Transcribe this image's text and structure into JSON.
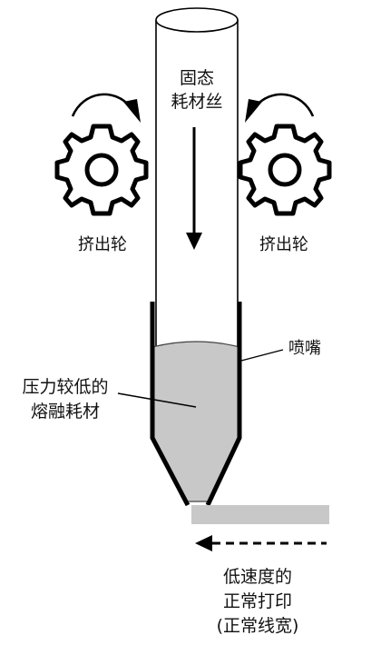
{
  "labels": {
    "filament_line1": "固态",
    "filament_line2": "耗材丝",
    "left_gear": "挤出轮",
    "right_gear": "挤出轮",
    "nozzle": "喷嘴",
    "melt_line1": "压力较低的",
    "melt_line2": "熔融耗材",
    "print_line1": "低速度的",
    "print_line2": "正常打印",
    "print_line3": "(正常线宽)"
  },
  "colors": {
    "stroke": "#000000",
    "melt_fill": "#c8c8c8",
    "printed_line": "#c8c8c8",
    "background": "#ffffff"
  }
}
